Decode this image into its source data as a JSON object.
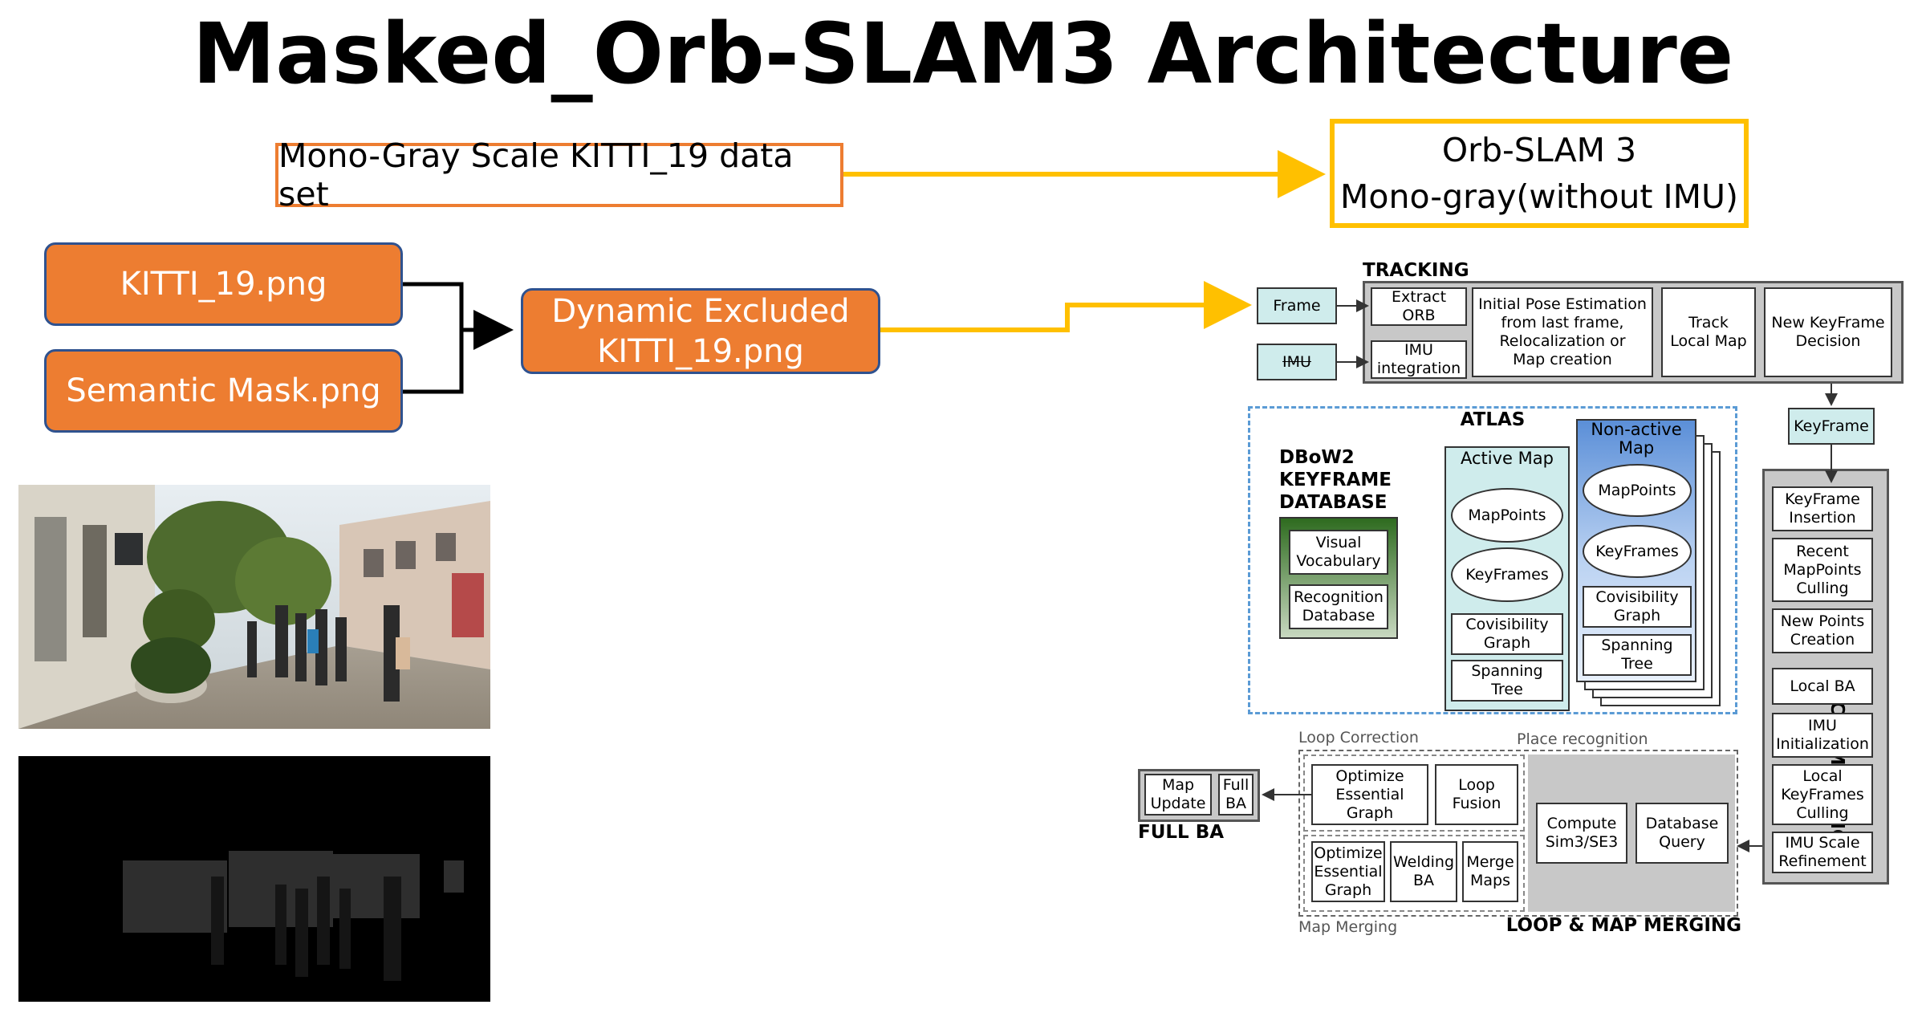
{
  "title": "Masked_Orb-SLAM3 Architecture",
  "top_flow": {
    "dataset_label": "Mono-Gray Scale KITTI_19 data set",
    "orbslam_line1": "Orb-SLAM 3",
    "orbslam_line2": "Mono-gray(without IMU)"
  },
  "inputs": {
    "kitti_png": "KITTI_19.png",
    "semantic_mask": "Semantic Mask.png",
    "dynamic_excluded_line1": "Dynamic Excluded",
    "dynamic_excluded_line2": "KITTI_19.png"
  },
  "colors": {
    "orange": "#ed7d31",
    "gold": "#ffc000",
    "blue_border": "#2f528f",
    "atlas_dash": "#5b9bd5",
    "cyan": "#cfecec",
    "green": "#2e6b1f",
    "nonactive_blue": "#5b8fd8"
  },
  "tracking": {
    "title": "TRACKING",
    "frame": "Frame",
    "imu": "IMU",
    "extract_orb": "Extract ORB",
    "imu_integration": "IMU integration",
    "initial_pose_1": "Initial Pose Estimation",
    "initial_pose_2": "from last frame,",
    "initial_pose_3": "Relocalization or",
    "initial_pose_4": "Map creation",
    "track_local_map_1": "Track",
    "track_local_map_2": "Local Map",
    "new_kf_1": "New KeyFrame",
    "new_kf_2": "Decision",
    "keyframe": "KeyFrame"
  },
  "atlas": {
    "title": "ATLAS",
    "dbow_1": "DBoW2",
    "dbow_2": "KEYFRAME",
    "dbow_3": "DATABASE",
    "visual_vocab_1": "Visual",
    "visual_vocab_2": "Vocabulary",
    "recog_db_1": "Recognition",
    "recog_db_2": "Database",
    "active_map": "Active Map",
    "mappoints": "MapPoints",
    "keyframes": "KeyFrames",
    "covis_1": "Covisibility",
    "covis_2": "Graph",
    "spanning_1": "Spanning",
    "spanning_2": "Tree",
    "nonactive_1": "Non-active",
    "nonactive_2": "Map"
  },
  "local_mapping": {
    "title": "LOCAL MAPPING",
    "items": [
      [
        "KeyFrame",
        "Insertion"
      ],
      [
        "Recent",
        "MapPoints",
        "Culling"
      ],
      [
        "New Points",
        "Creation"
      ],
      [
        "Local BA"
      ],
      [
        "IMU",
        "Initialization"
      ],
      [
        "Local",
        "KeyFrames",
        "Culling"
      ],
      [
        "IMU Scale",
        "Refinement"
      ]
    ]
  },
  "loop": {
    "loop_correction": "Loop Correction",
    "place_recognition": "Place recognition",
    "map_merging": "Map Merging",
    "title": "LOOP & MAP MERGING",
    "optimize_ess_1": "Optimize",
    "optimize_ess_2": "Essential",
    "optimize_ess_3": "Graph",
    "loop_fusion_1": "Loop",
    "loop_fusion_2": "Fusion",
    "welding_1": "Welding",
    "welding_2": "BA",
    "merge_maps_1": "Merge",
    "merge_maps_2": "Maps",
    "compute_sim_1": "Compute",
    "compute_sim_2": "Sim3/SE3",
    "db_query_1": "Database",
    "db_query_2": "Query"
  },
  "full_ba": {
    "title": "FULL BA",
    "map_update_1": "Map",
    "map_update_2": "Update",
    "full_ba_1": "Full",
    "full_ba_2": "BA"
  }
}
